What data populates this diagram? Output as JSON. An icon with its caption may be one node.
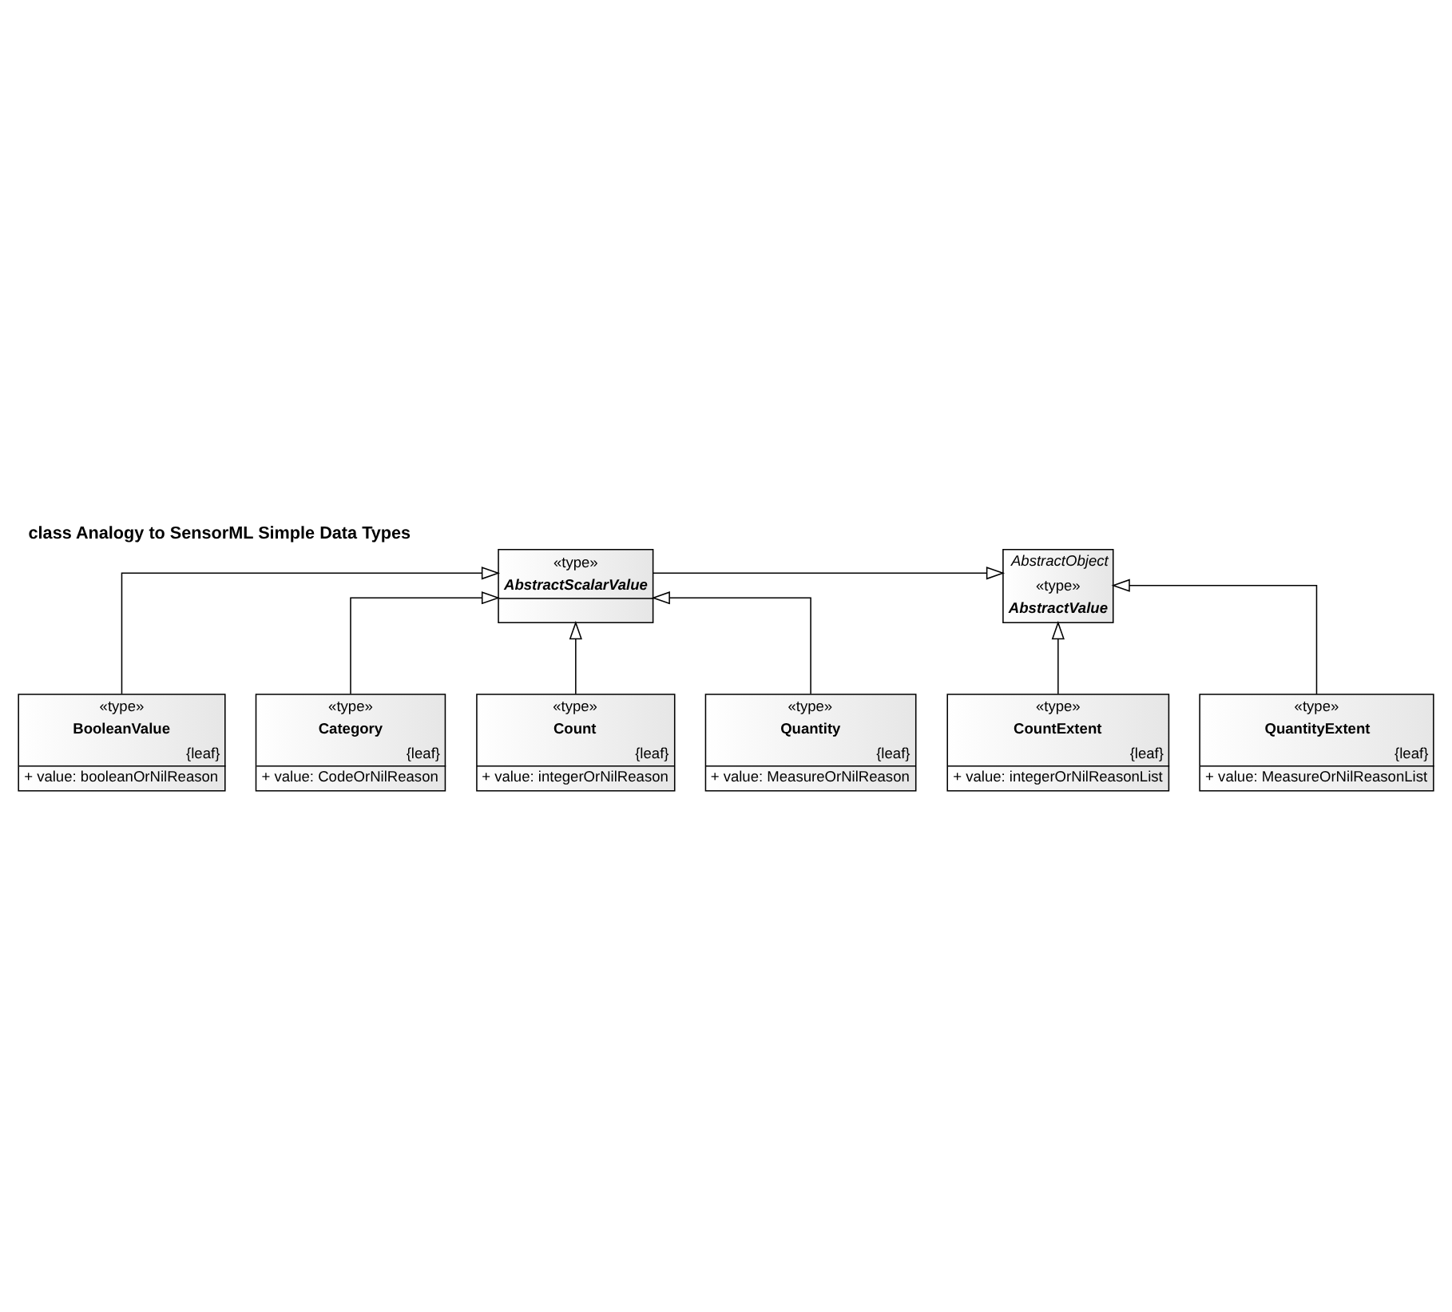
{
  "diagram": {
    "title": "class Analogy to SensorML Simple Data Types",
    "nodes": [
      {
        "text": [
          "AbstractObject",
          "«type»",
          "AbstractValue"
        ]
      },
      {
        "text": [
          "«type»",
          "AbstractScalarValue"
        ]
      },
      {
        "text": [
          "«type»",
          "BooleanValue",
          "{leaf}",
          "+ value: booleanOrNilReason"
        ]
      },
      {
        "text": [
          "«type»",
          "Category",
          "{leaf}",
          "+ value: CodeOrNilReason"
        ]
      },
      {
        "text": [
          "«type»",
          "CountExtent",
          "{leaf}",
          "+ value: integerOrNilReasonList"
        ]
      },
      {
        "text": [
          "«type»",
          "Count",
          "{leaf}",
          "+ value: integerOrNilReason"
        ]
      },
      {
        "text": [
          "«type»",
          "QuantityExtent",
          "{leaf}",
          "+ value: MeasureOrNilReasonList"
        ]
      },
      {
        "text": [
          "«type»",
          "Quantity",
          "{leaf}",
          "+ value: MeasureOrNilReason"
        ]
      }
    ],
    "edges": [
      {
        "from": 1,
        "to": 0,
        "arrow": "to"
      },
      {
        "from": 2,
        "to": 1,
        "arrow": "to"
      },
      {
        "from": 3,
        "to": 1,
        "arrow": "to"
      },
      {
        "from": 5,
        "to": 1,
        "arrow": "to"
      },
      {
        "from": 7,
        "to": 1,
        "arrow": "to"
      },
      {
        "from": 4,
        "to": 0,
        "arrow": "to"
      },
      {
        "from": 6,
        "to": 0,
        "arrow": "to"
      }
    ]
  }
}
